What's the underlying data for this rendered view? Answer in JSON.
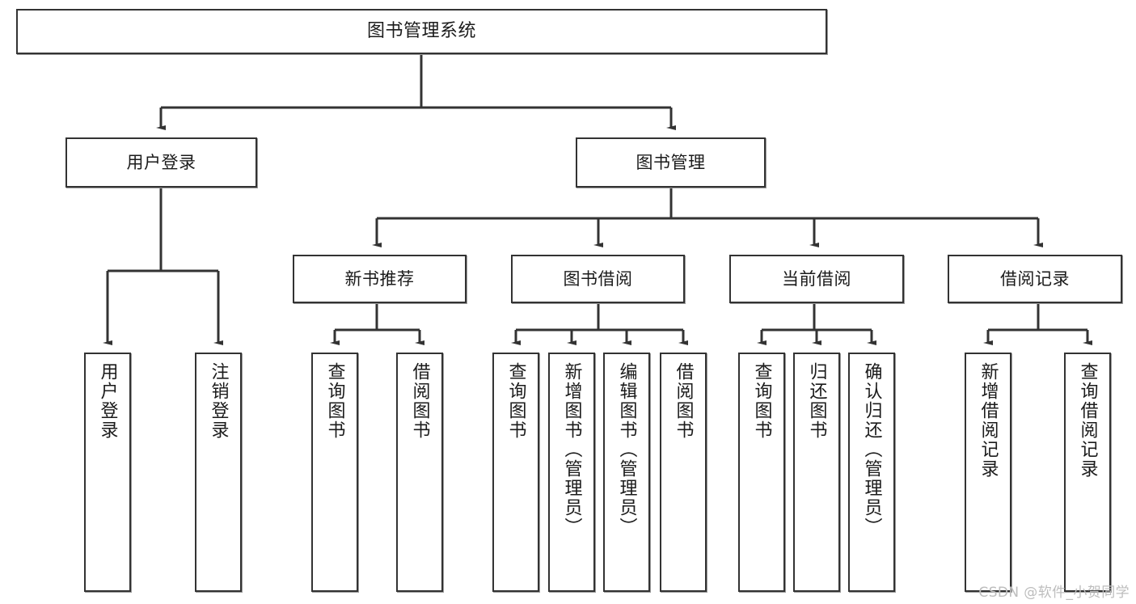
{
  "diagram": {
    "title": "图书管理系统",
    "type": "tree-hierarchy-chart",
    "colors": {
      "box_border": "#333333",
      "box_fill": "#ffffff",
      "edge": "#333333",
      "text": "#1b1b1b",
      "watermark": "#bdbdbd"
    },
    "watermark": "CSDN @软件_小贺同学",
    "levels": {
      "root": {
        "label": "图书管理系统"
      },
      "level2": [
        {
          "id": "user-login",
          "label": "用户登录"
        },
        {
          "id": "book-management",
          "label": "图书管理"
        }
      ],
      "level3": [
        {
          "id": "new-book-recommend",
          "label": "新书推荐",
          "parent": "book-management"
        },
        {
          "id": "book-borrow",
          "label": "图书借阅",
          "parent": "book-management"
        },
        {
          "id": "current-borrow",
          "label": "当前借阅",
          "parent": "book-management"
        },
        {
          "id": "borrow-record",
          "label": "借阅记录",
          "parent": "book-management"
        }
      ],
      "leaves": [
        {
          "id": "leaf-user-login",
          "label": "用户登录",
          "parent": "user-login"
        },
        {
          "id": "leaf-user-logout",
          "label": "注销登录",
          "parent": "user-login"
        },
        {
          "id": "leaf-query-book-1",
          "label": "查询图书",
          "parent": "new-book-recommend"
        },
        {
          "id": "leaf-borrow-book-1",
          "label": "借阅图书",
          "parent": "new-book-recommend"
        },
        {
          "id": "leaf-query-book-2",
          "label": "查询图书",
          "parent": "book-borrow"
        },
        {
          "id": "leaf-add-book",
          "label": "新增图书（管理员）",
          "parent": "book-borrow"
        },
        {
          "id": "leaf-edit-book",
          "label": "编辑图书（管理员）",
          "parent": "book-borrow"
        },
        {
          "id": "leaf-borrow-book-2",
          "label": "借阅图书",
          "parent": "book-borrow"
        },
        {
          "id": "leaf-query-book-3",
          "label": "查询图书",
          "parent": "current-borrow"
        },
        {
          "id": "leaf-return-book",
          "label": "归还图书",
          "parent": "current-borrow"
        },
        {
          "id": "leaf-confirm-return",
          "label": "确认归还（管理员）",
          "parent": "current-borrow"
        },
        {
          "id": "leaf-add-record",
          "label": "新增借阅记录",
          "parent": "borrow-record"
        },
        {
          "id": "leaf-query-record",
          "label": "查询借阅记录",
          "parent": "borrow-record"
        }
      ]
    }
  }
}
